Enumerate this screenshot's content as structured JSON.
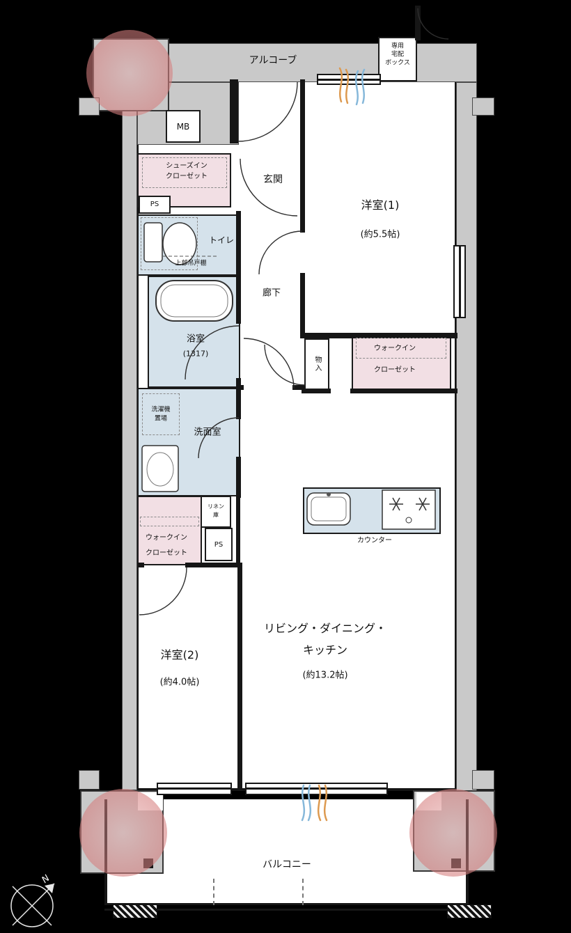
{
  "colors": {
    "background": "#000000",
    "concrete": "#c9c9c9",
    "wet_area": "#d5e2eb",
    "closet": "#f2dfe4",
    "column_highlight": "#d57c7c",
    "airflow_warm": "#dd9a50",
    "airflow_cool": "#86b8da"
  },
  "rooms": {
    "alcove": {
      "label": "アルコーブ"
    },
    "delivery_box": {
      "line1": "専用",
      "line2": "宅配",
      "line3": "ボックス"
    },
    "meter_box": {
      "label": "MB"
    },
    "shoes_closet": {
      "line1": "シューズイン",
      "line2": "クローゼット"
    },
    "pipe_space_top": {
      "label": "PS"
    },
    "entrance": {
      "label": "玄関"
    },
    "bedroom1": {
      "name": "洋室(1)",
      "size": "(約5.5帖)"
    },
    "toilet": {
      "label": "トイレ",
      "cabinet": "上部吊戸棚"
    },
    "hallway": {
      "label": "廊下"
    },
    "bathroom": {
      "name": "浴室",
      "size": "(1317)"
    },
    "storage": {
      "label": "物入"
    },
    "wic_right": {
      "line1": "ウォークイン",
      "line2": "クローゼット"
    },
    "washroom": {
      "label": "洗面室",
      "washer_line1": "洗濯機",
      "washer_line2": "置場"
    },
    "linen": {
      "line1": "リネン",
      "line2": "庫"
    },
    "wic_left": {
      "line1": "ウォークイン",
      "line2": "クローゼット"
    },
    "pipe_space_left": {
      "label": "PS"
    },
    "kitchen": {
      "counter": "カウンター"
    },
    "bedroom2": {
      "name": "洋室(2)",
      "size": "(約4.0帖)"
    },
    "ldk": {
      "line1": "リビング・ダイニング・",
      "line2": "キッチン",
      "size": "(約13.2帖)"
    },
    "balcony": {
      "label": "バルコニー"
    },
    "compass": {
      "label": "N"
    }
  }
}
